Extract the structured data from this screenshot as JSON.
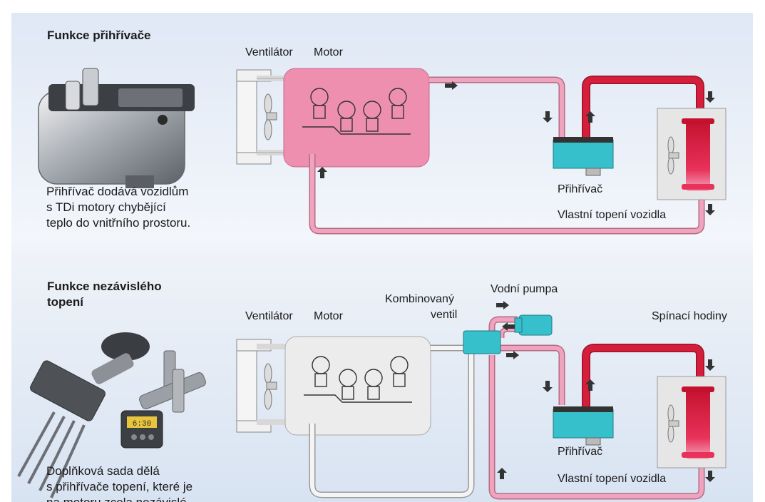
{
  "top": {
    "title": "Funkce přihřívače",
    "caption": [
      "Přihřívač dodává vozidlům",
      "s TDi motory chybějící",
      "teplo do vnitřního prostoru."
    ],
    "labels": {
      "fan": "Ventilátor",
      "engine": "Motor",
      "heater": "Přihřívač",
      "vehicle_heating": "Vlastní topení vozidla"
    }
  },
  "bottom": {
    "title": [
      "Funkce nezávislého",
      "topení"
    ],
    "caption": [
      "Doplňková sada dělá",
      "s přihřívače topení, které je",
      "na motoru zcela nezávislé."
    ],
    "labels": {
      "fan": "Ventilátor",
      "engine": "Motor",
      "combined_valve": [
        "Kombinovaný",
        "ventil"
      ],
      "water_pump": "Vodní pumpa",
      "timer": "Spínací hodiny",
      "heater": "Přihřívač",
      "vehicle_heating": "Vlastní topení vozidla"
    },
    "timer_display": "6:30"
  },
  "colors": {
    "engine_active": "#ef8fb0",
    "engine_inactive": "#ececec",
    "hot_pipe": "#d41e3c",
    "warm_pipe": "#f0a3bd",
    "cold_pipe": "#f4f4f4",
    "heater_box": "#36c0cc",
    "arrow": "#333333"
  }
}
